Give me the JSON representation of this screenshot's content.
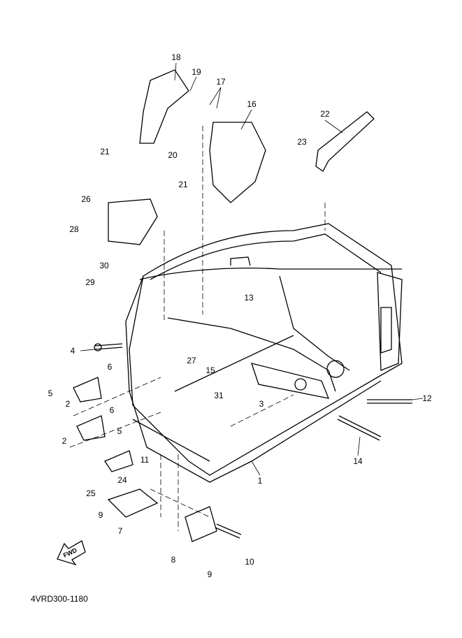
{
  "diagram": {
    "code": "4VRD300-1180",
    "fwd_label": "FWD",
    "callouts": [
      "18",
      "19",
      "17",
      "16",
      "22",
      "23",
      "21",
      "20",
      "21",
      "26",
      "28",
      "30",
      "29",
      "13",
      "4",
      "27",
      "15",
      "6",
      "5",
      "2",
      "6",
      "5",
      "2",
      "31",
      "3",
      "12",
      "14",
      "11",
      "24",
      "1",
      "25",
      "9",
      "7",
      "8",
      "10",
      "9"
    ]
  },
  "colors": {
    "line": "#000000",
    "background": "#ffffff"
  }
}
